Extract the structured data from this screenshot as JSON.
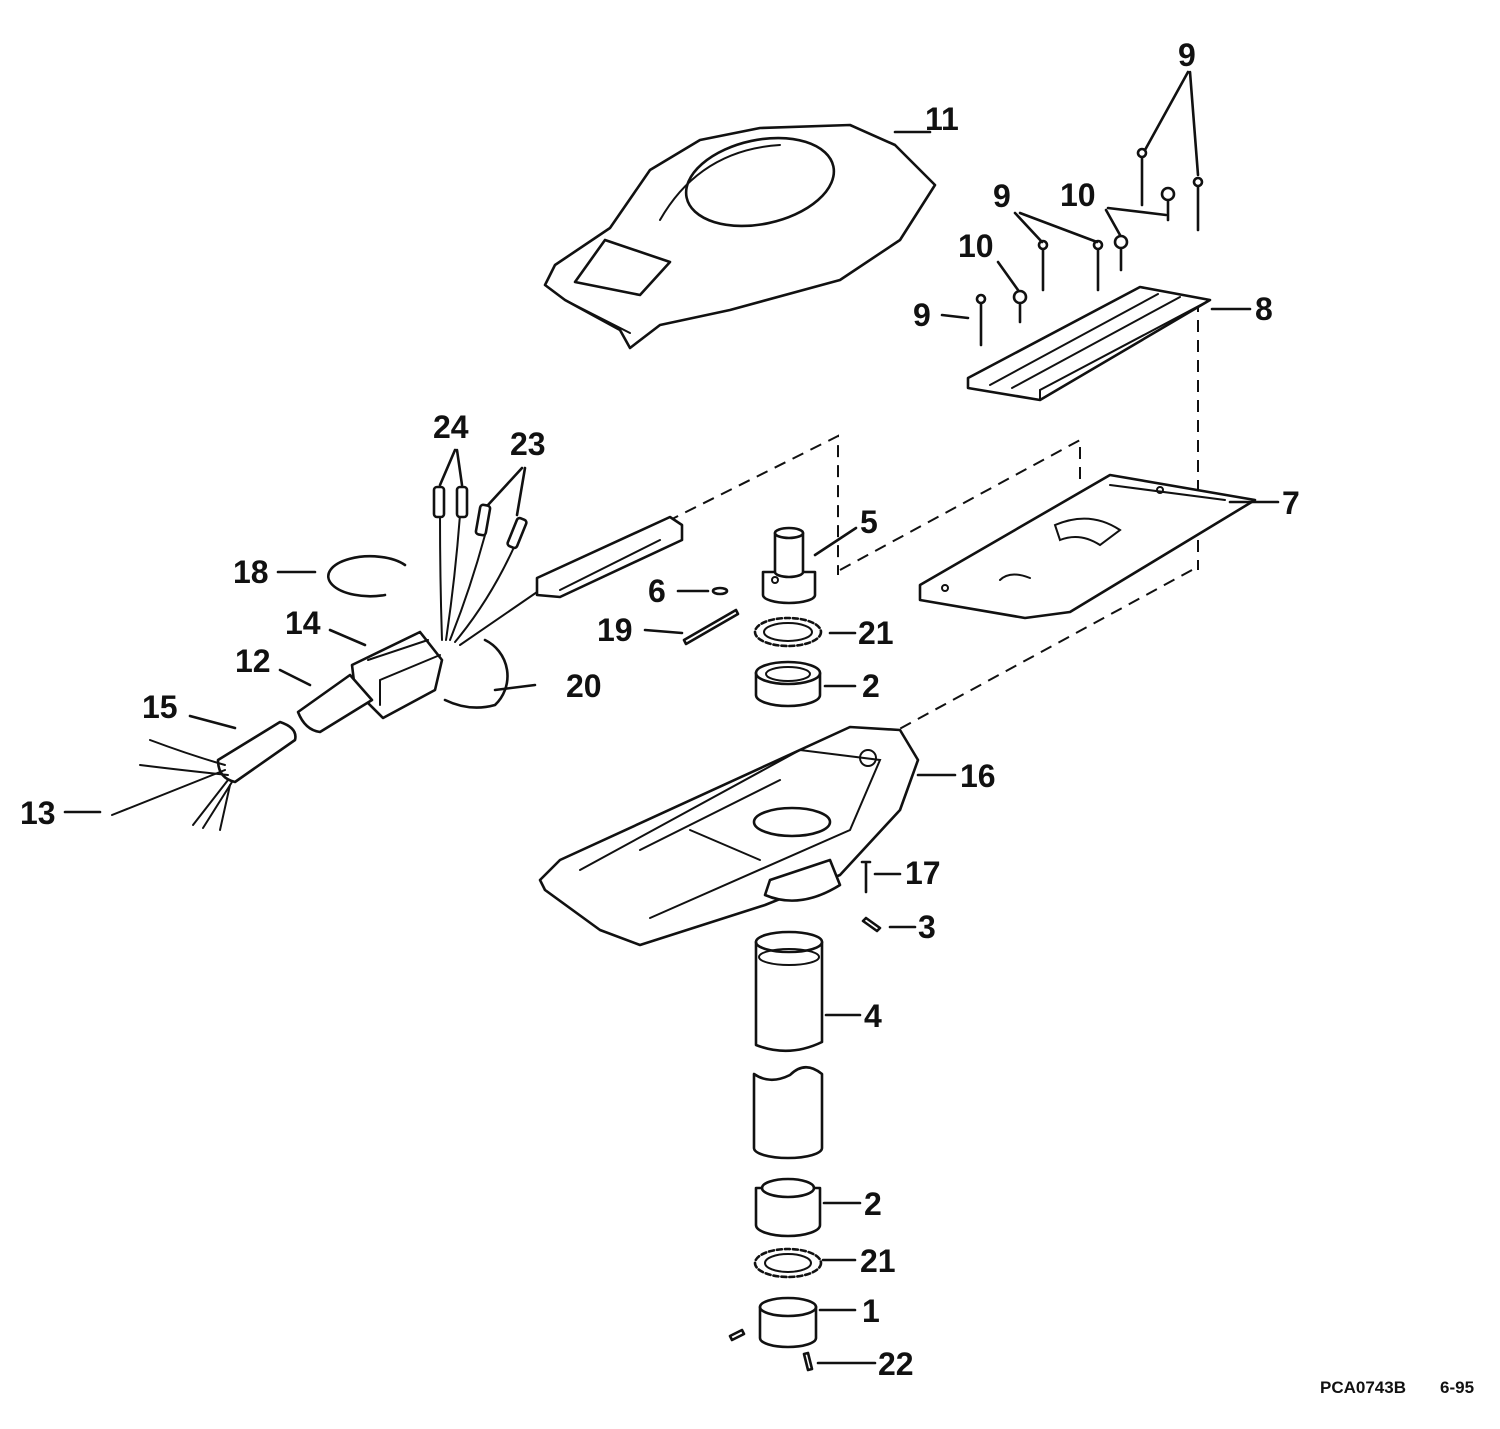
{
  "callouts": {
    "c1": "1",
    "c2a": "2",
    "c2b": "2",
    "c3": "3",
    "c4": "4",
    "c5": "5",
    "c6": "6",
    "c7": "7",
    "c8": "8",
    "c9a": "9",
    "c9b": "9",
    "c9c": "9",
    "c10a": "10",
    "c10b": "10",
    "c11": "11",
    "c12": "12",
    "c13": "13",
    "c14": "14",
    "c15": "15",
    "c16": "16",
    "c17": "17",
    "c18": "18",
    "c19": "19",
    "c20": "20",
    "c21a": "21",
    "c21b": "21",
    "c22": "22",
    "c23": "23",
    "c24": "24"
  },
  "footer": {
    "drawing_id": "PCA0743B",
    "date": "6-95"
  }
}
